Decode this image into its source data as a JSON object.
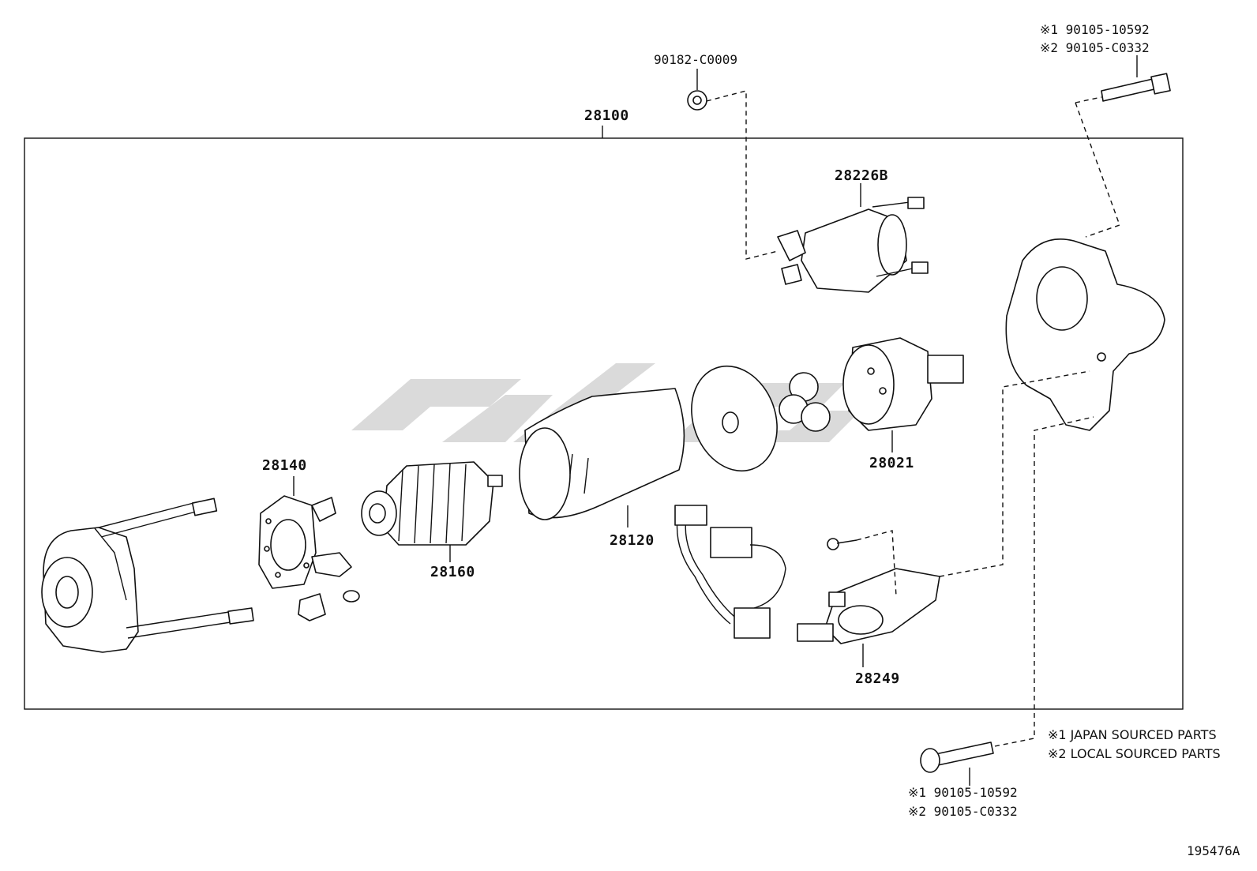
{
  "parts": {
    "p28100": "28100",
    "p90182": "90182-C0009",
    "p28226b": "28226B",
    "p28140": "28140",
    "p28160": "28160",
    "p28120": "28120",
    "p28021": "28021",
    "p28249": "28249"
  },
  "bolt_top": {
    "line1": "※1 90105-10592",
    "line2": "※2 90105-C0332"
  },
  "bolt_bottom": {
    "line1": "※1 90105-10592",
    "line2": "※2 90105-C0332"
  },
  "notes": {
    "n1": "※1 JAPAN SOURCED PARTS",
    "n2": "※2 LOCAL SOURCED PARTS"
  },
  "figure_id": "195476A",
  "colors": {
    "line": "#111111",
    "watermark": "#d4d4d4"
  }
}
